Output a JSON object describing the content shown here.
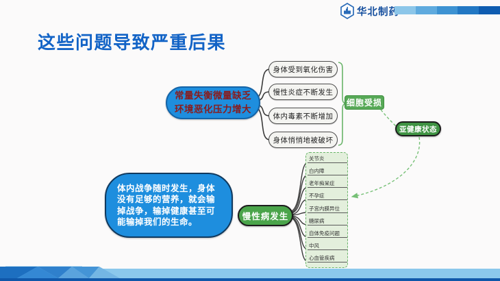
{
  "header": {
    "logo_text": "华北制药",
    "gradient_bar_colors": [
      "#8cc6e9",
      "#5faade",
      "#3d92d2",
      "#2277c3",
      "#0f5cb0"
    ]
  },
  "title": "这些问题导致严重后果",
  "mindmap": {
    "cause_node": {
      "line1": "常量失衡微量缺乏",
      "line2": "环境恶化压力增大"
    },
    "effects": [
      "身体受到氧化伤害",
      "慢性炎症不断发生",
      "体内毒素不断增加",
      "身体悄悄地被破坏"
    ],
    "cell_damage_label": "细胞受损",
    "subhealth_label": "亚健康状态",
    "war_node_text": "体内战争随时发生，身体没有足够的营养，就会输掉战争，输掉健康甚至可能输掉我们的生命。",
    "chronic_node_label": "慢性病发生",
    "diseases": [
      "关节炎",
      "白内障",
      "老年痴呆症",
      "不孕症",
      "子宫内膜异位",
      "糖尿病",
      "自体免疫问题",
      "中风",
      "心血管疾病"
    ]
  },
  "colors": {
    "title_blue": "#1263c6",
    "brand_blue": "#164f9e",
    "node_blue_fill": "#1e8ede",
    "cause_text_red": "#8a1b1b",
    "green_fill": "#4aa44a",
    "green_light_box": "#e3efdc",
    "green_dashed": "#69b469",
    "footer_light_blue": "#8bc8ec",
    "footer_dark_blue": "#0f57a9"
  }
}
